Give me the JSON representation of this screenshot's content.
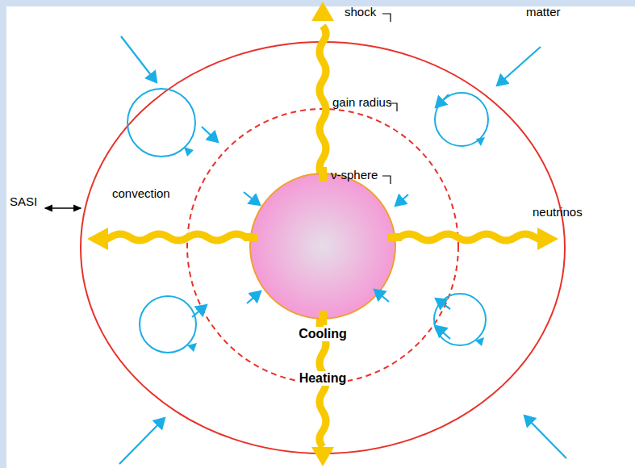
{
  "diagram": {
    "labels": [
      "shock",
      "matter",
      "gain radius",
      "ν-sphere",
      "convection",
      "SASI",
      "neutrinos",
      "Cooling",
      "Heating"
    ]
  }
}
